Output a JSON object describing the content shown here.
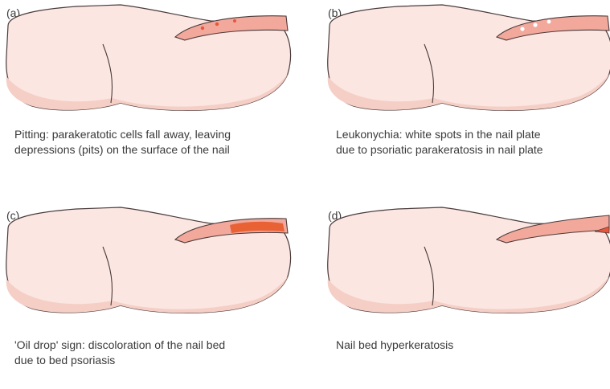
{
  "panels": [
    {
      "label": "(a)",
      "caption": "Pitting: parakeratotic cells fall away, leaving\ndepressions (pits) on the surface of the nail"
    },
    {
      "label": "(b)",
      "caption": "Leukonychia: white spots in the nail plate\ndue to psoriatic parakeratosis in nail plate"
    },
    {
      "label": "(c)",
      "caption": "'Oil drop' sign: discoloration of the nail bed\ndue to bed psoriasis"
    },
    {
      "label": "(d)",
      "caption": "Nail bed hyperkeratosis"
    }
  ],
  "colors": {
    "skin": "#fbe6e1",
    "skin_shade": "#f5cfc6",
    "outline": "#4a3a3a",
    "nail": "#f2a89b",
    "pit": "#e8553a",
    "white_spot": "#ffffff",
    "oil_drop": "#e85a2a"
  }
}
